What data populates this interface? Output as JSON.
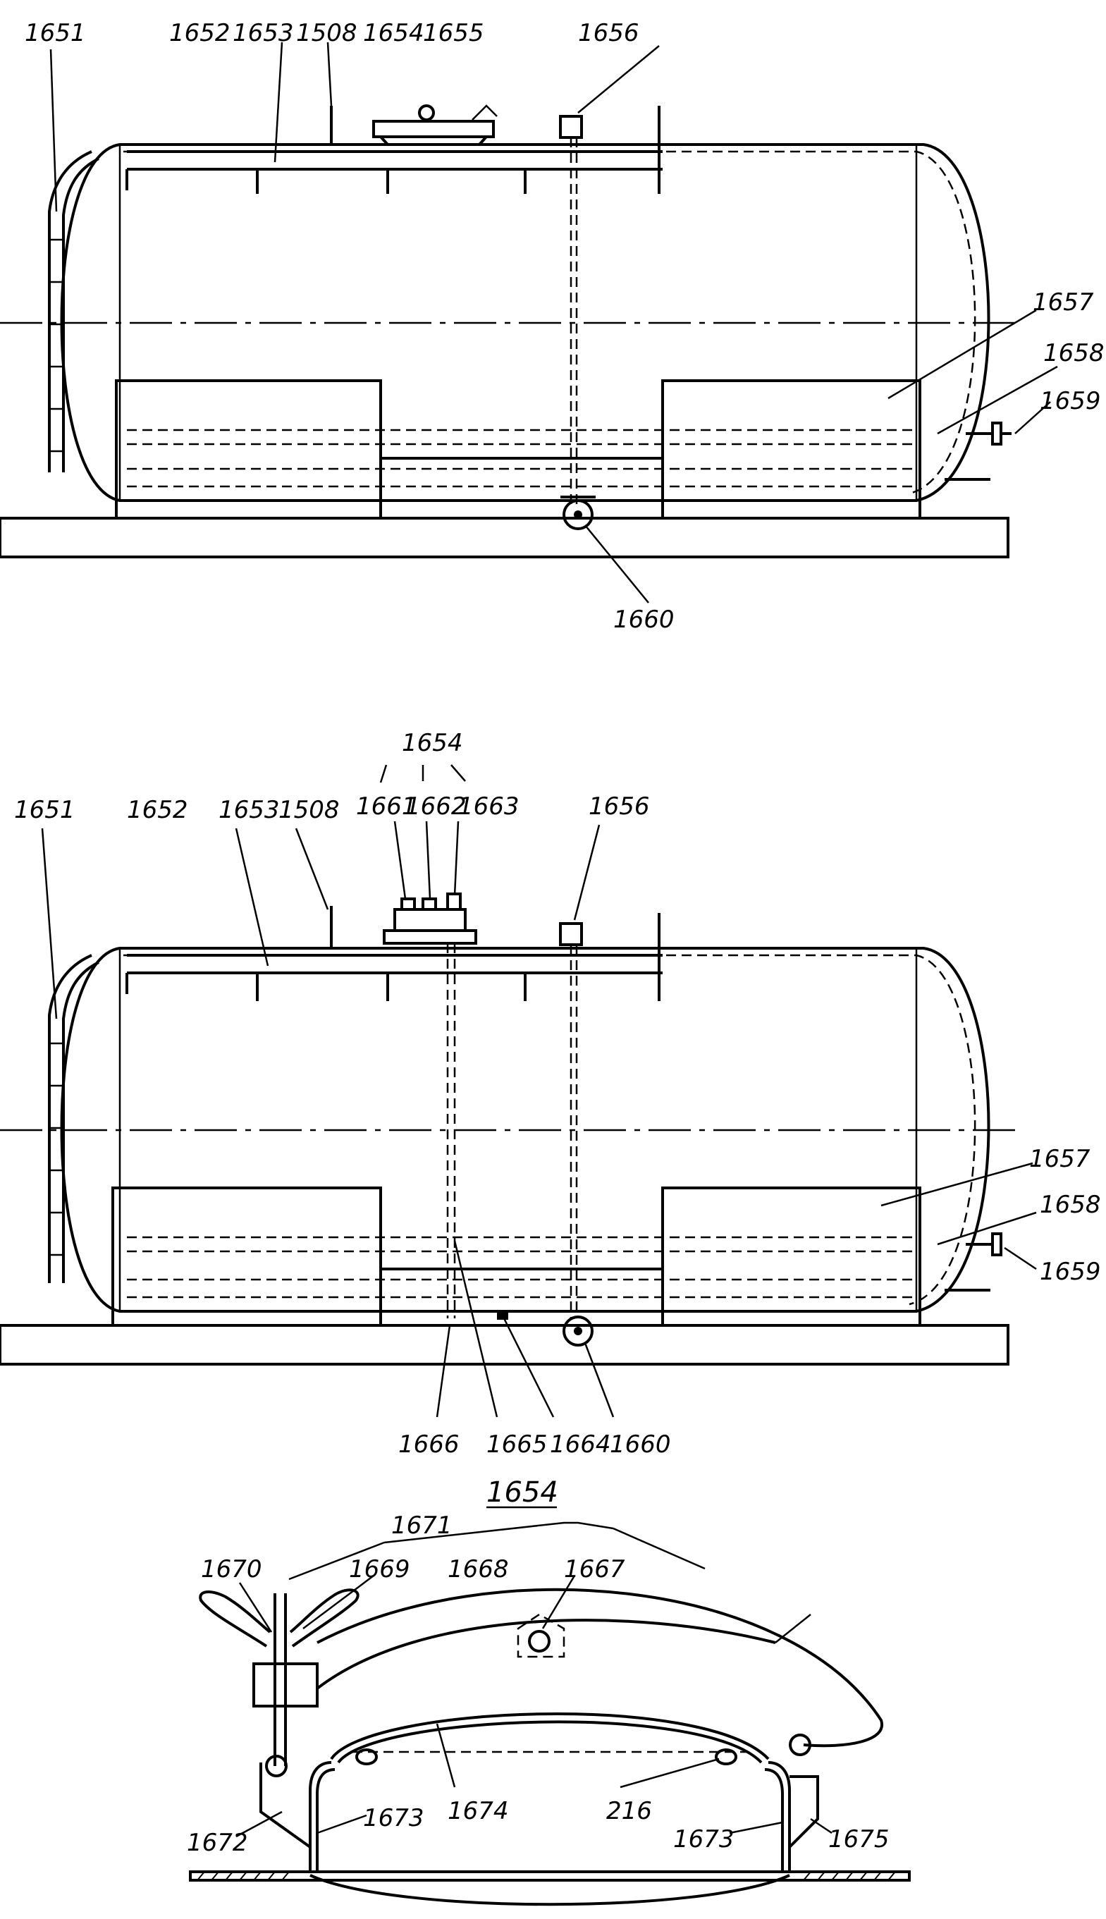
{
  "figure1": {
    "labels": {
      "l1651": "1651",
      "l1652": "1652",
      "l1653": "1653",
      "l1508": "1508",
      "l1654": "1654",
      "l1655": "1655",
      "l1656": "1656",
      "l1657": "1657",
      "l1658": "1658",
      "l1659": "1659",
      "l1660": "1660"
    }
  },
  "figure2": {
    "labels": {
      "l1654": "1654",
      "l1651": "1651",
      "l1652": "1652",
      "l1653": "1653",
      "l1508": "1508",
      "l1661": "1661",
      "l1662": "1662",
      "l1663": "1663",
      "l1656": "1656",
      "l1657": "1657",
      "l1658": "1658",
      "l1659": "1659",
      "l1666": "1666",
      "l1665": "1665",
      "l1664": "1664",
      "l1660": "1660"
    }
  },
  "figure3": {
    "title": "1654",
    "labels": {
      "l1671": "1671",
      "l1670": "1670",
      "l1669": "1669",
      "l1668": "1668",
      "l1667": "1667",
      "l1674": "1674",
      "l216": "216",
      "l1672": "1672",
      "l1673a": "1673",
      "l1673b": "1673",
      "l1675": "1675"
    }
  }
}
